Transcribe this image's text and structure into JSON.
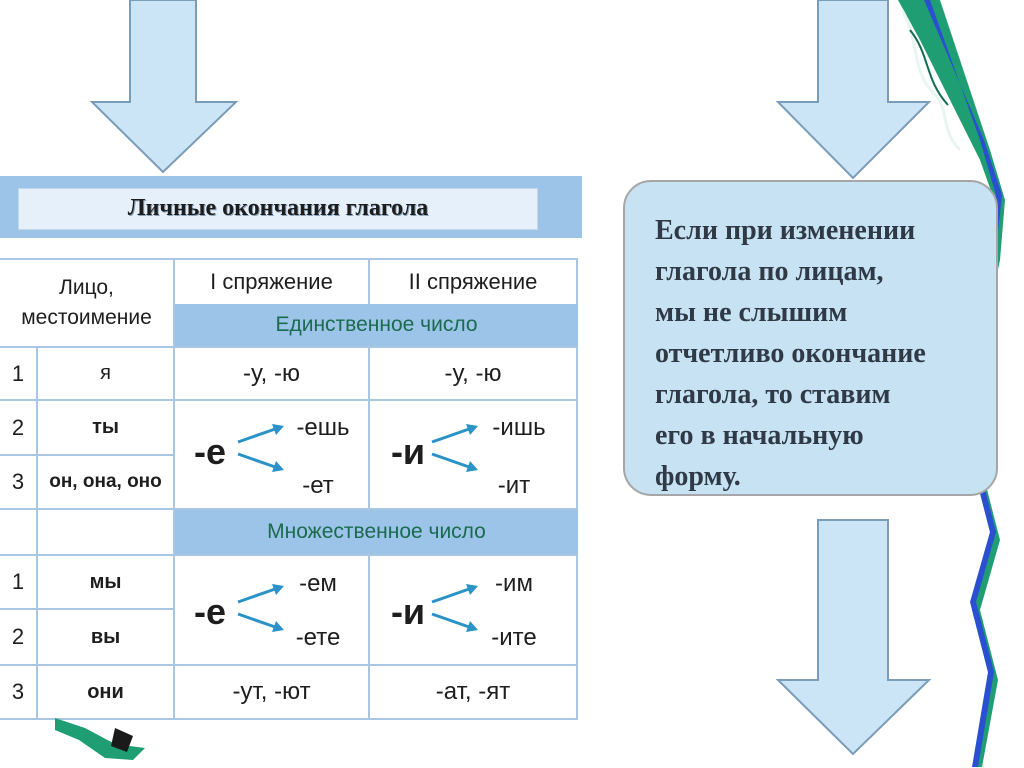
{
  "table": {
    "title": "Личные окончания глагола",
    "headers": {
      "person": "Лицо, местоимение",
      "conj1": "I спряжение",
      "conj2": "II спряжение"
    },
    "singular_label": "Единственное число",
    "plural_label": "Множественное число",
    "singular_rows": [
      {
        "num": "1",
        "pronoun": "я",
        "conj1": "-у, -ю",
        "conj2": "-у, -ю"
      },
      {
        "num": "2",
        "pronoun": "ты"
      },
      {
        "num": "3",
        "pronoun": "он, она, оно"
      }
    ],
    "singular_conj1": {
      "vowel": "-е",
      "end_top": "-ешь",
      "end_bottom": "-ет"
    },
    "singular_conj2": {
      "vowel": "-и",
      "end_top": "-ишь",
      "end_bottom": "-ит"
    },
    "plural_rows": [
      {
        "num": "1",
        "pronoun": "мы"
      },
      {
        "num": "2",
        "pronoun": "вы"
      },
      {
        "num": "3",
        "pronoun": "они",
        "conj1": "-ут, -ют",
        "conj2": "-ат, -ят"
      }
    ],
    "plural_conj1": {
      "vowel": "-е",
      "end_top": "-ем",
      "end_bottom": "-ете"
    },
    "plural_conj2": {
      "vowel": "-и",
      "end_top": "-им",
      "end_bottom": "-ите"
    }
  },
  "info": {
    "text": "Если при изменении\nглагола по лицам,\nмы не слышим\nотчетливо окончание\nглагола, то  ставим\nего в начальную\nформу."
  },
  "colors": {
    "arrow_fill": "#cce5f6",
    "arrow_stroke": "#7a9cb8",
    "band_blue": "#9cc3e8",
    "accent_arrow": "#2a93c7",
    "ribbon_green": "#1f9e73",
    "ribbon_blue": "#2a4fd0"
  }
}
